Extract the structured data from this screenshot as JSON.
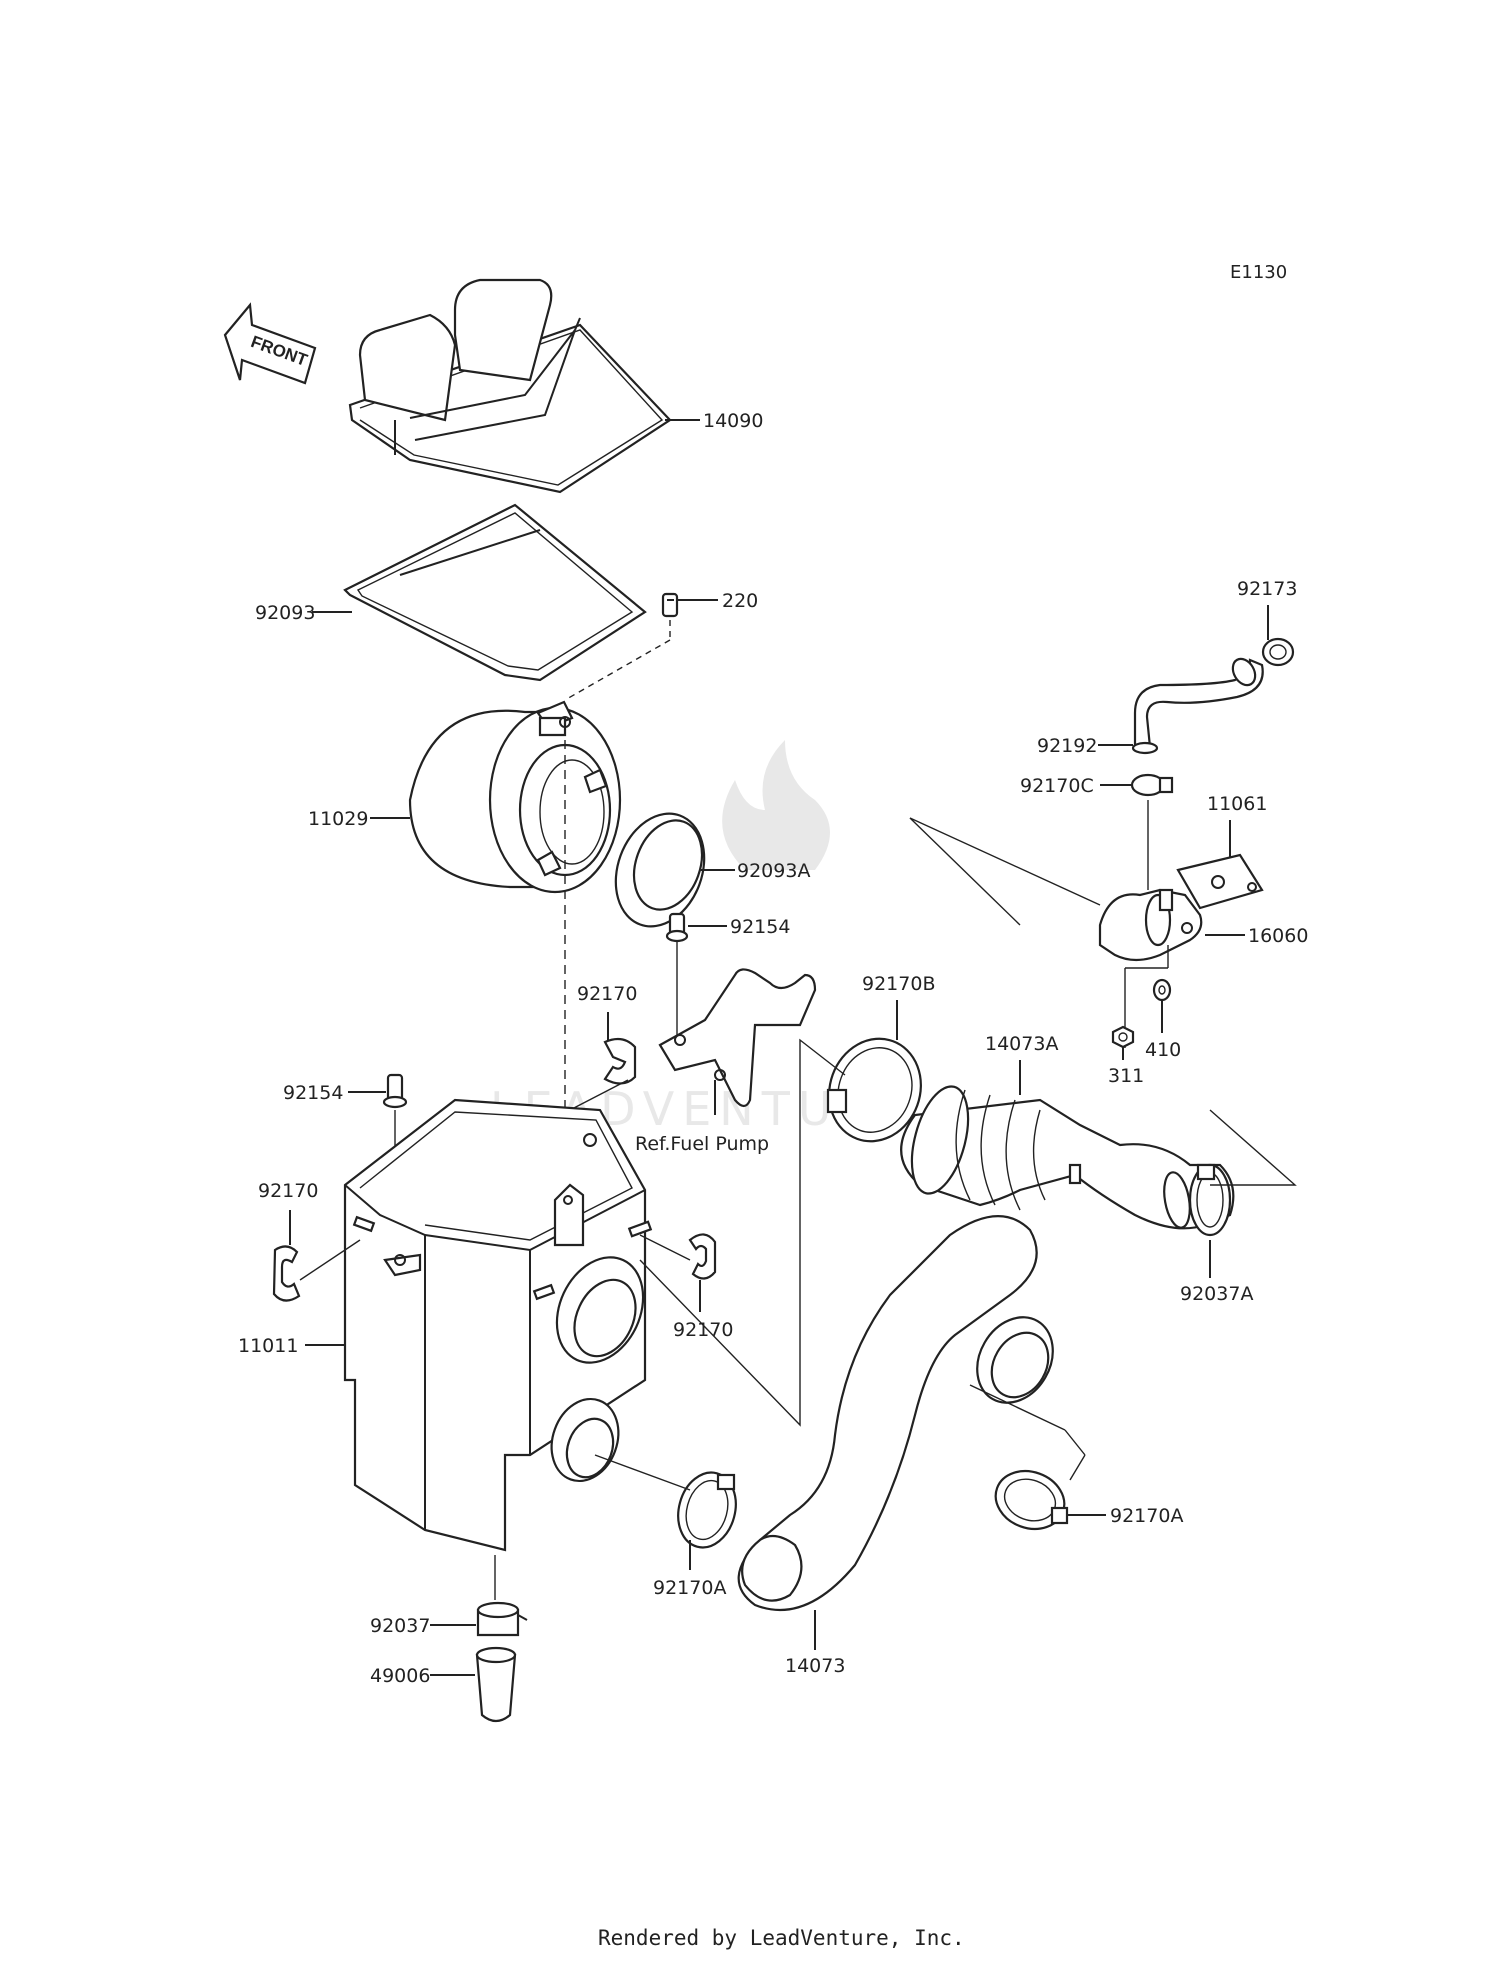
{
  "diagram_code": "E1130",
  "front_label": "FRONT",
  "footer": "Rendered by LeadVenture, Inc.",
  "watermark": "LEADVENTURE",
  "reference_note": "Ref.Fuel Pump",
  "parts": {
    "p14090": "14090",
    "p92093": "92093",
    "p220": "220",
    "p11029": "11029",
    "p92093A": "92093A",
    "p92154_top": "92154",
    "p92170_mid": "92170",
    "p92154_left": "92154",
    "p92170_left": "92170",
    "p92170_right": "92170",
    "p11011": "11011",
    "p92037": "92037",
    "p49006": "49006",
    "p92170A_low": "92170A",
    "p14073": "14073",
    "p92170A_right": "92170A",
    "p92170B": "92170B",
    "p14073A": "14073A",
    "p92037A": "92037A",
    "p92173": "92173",
    "p92192": "92192",
    "p92170C": "92170C",
    "p11061": "11061",
    "p16060": "16060",
    "p311": "311",
    "p410": "410"
  }
}
